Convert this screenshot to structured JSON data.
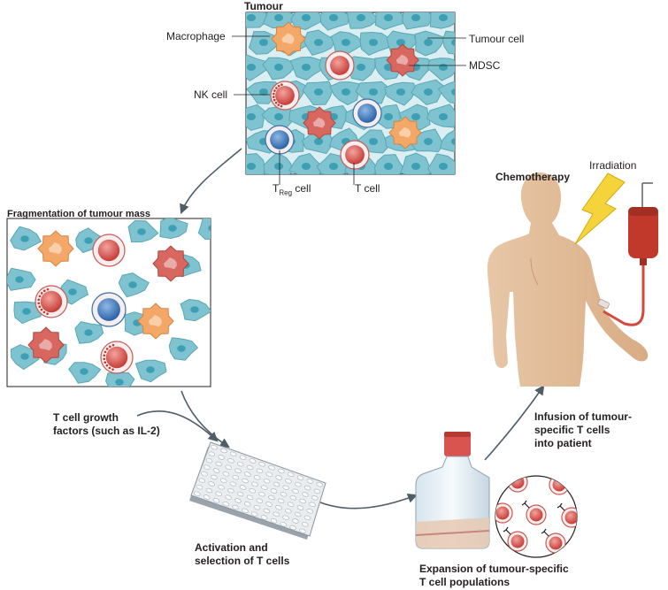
{
  "tumour": {
    "title": "Tumour",
    "labels": {
      "macrophage": "Macrophage",
      "nk_cell": "NK cell",
      "tumour_cell": "Tumour cell",
      "mdsc": "MDSC",
      "treg_main": "T",
      "treg_sub": "Reg",
      "treg_suffix": " cell",
      "t_cell": "T cell"
    }
  },
  "fragmentation": {
    "title": "Fragmentation of tumour mass"
  },
  "growth_factors": {
    "line1": "T cell growth",
    "line2": "factors (such as IL-2)"
  },
  "activation": {
    "line1": "Activation and",
    "line2": "selection of T cells"
  },
  "expansion": {
    "line1": "Expansion of tumour-specific",
    "line2": "T cell populations"
  },
  "infusion": {
    "line1": "Infusion of tumour-",
    "line2": "specific T cells",
    "line3": "into patient"
  },
  "chemotherapy": {
    "label": "Chemotherapy"
  },
  "irradiation": {
    "label": "Irradiation"
  },
  "colors": {
    "tumour_cell": "#7ec3cf",
    "tumour_nucleus": "#3d9fb4",
    "macrophage": "#f4a867",
    "mdsc": "#d7675f",
    "t_cell": "#d9534f",
    "treg": "#3b7fc4",
    "skin": "#e8c3a1",
    "blood": "#c0392b",
    "arrow": "#4e5d66"
  }
}
